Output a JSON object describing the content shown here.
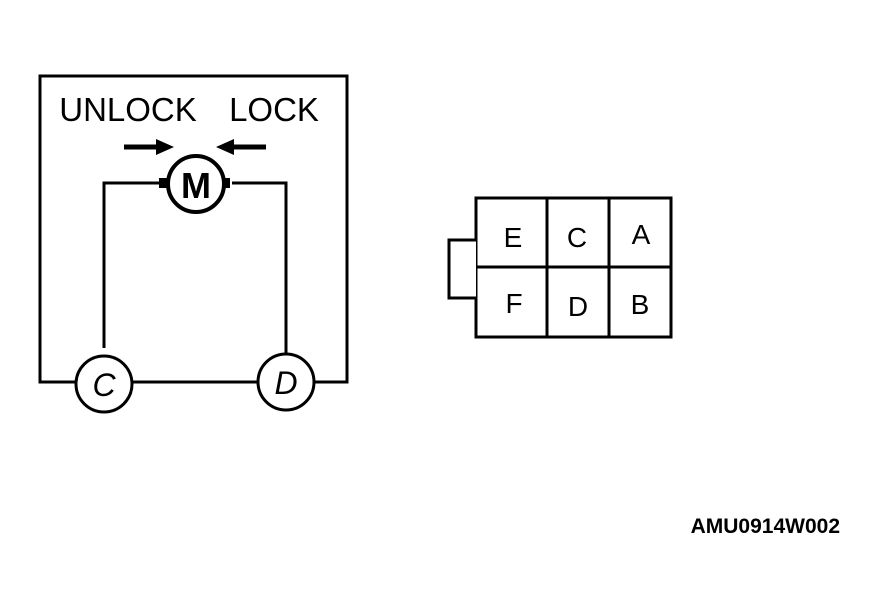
{
  "diagram": {
    "unlock_label": "UNLOCK",
    "lock_label": "LOCK",
    "motor_label": "M",
    "terminal_left": "C",
    "terminal_right": "D",
    "connector_pins_top": [
      "E",
      "C",
      "A"
    ],
    "connector_pins_bottom": [
      "F",
      "D",
      "B"
    ],
    "figure_code": "AMU0914W002"
  }
}
